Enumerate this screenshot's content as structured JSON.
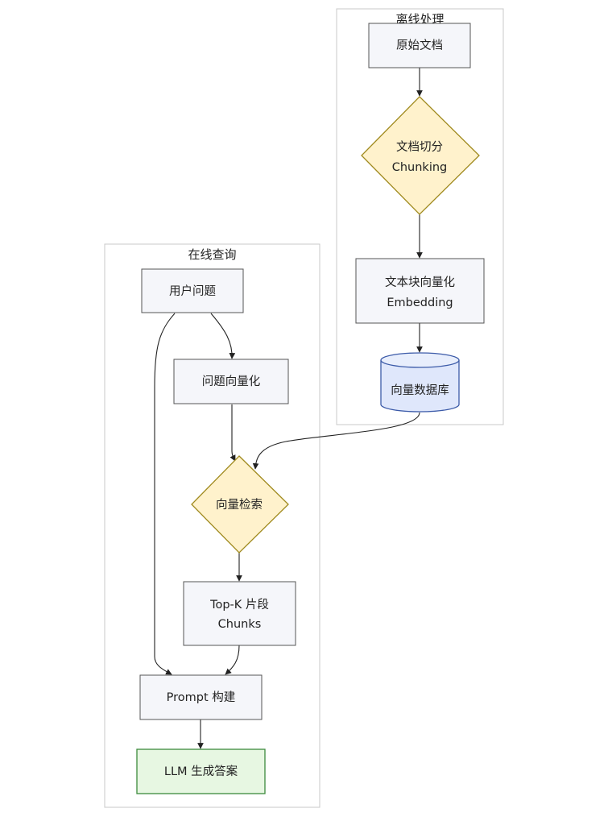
{
  "clusters": {
    "offline": {
      "title": "离线处理"
    },
    "online": {
      "title": "在线查询"
    }
  },
  "nodes": {
    "raw_docs": {
      "lines": [
        "原始文档"
      ]
    },
    "chunking": {
      "lines": [
        "文档切分",
        "Chunking"
      ]
    },
    "embedding": {
      "lines": [
        "文本块向量化",
        "Embedding"
      ]
    },
    "vector_db": {
      "lines": [
        "向量数据库"
      ]
    },
    "user_question": {
      "lines": [
        "用户问题"
      ]
    },
    "question_embed": {
      "lines": [
        "问题向量化"
      ]
    },
    "vector_search": {
      "lines": [
        "向量检索"
      ]
    },
    "topk_chunks": {
      "lines": [
        "Top-K 片段",
        "Chunks"
      ]
    },
    "prompt_build": {
      "lines": [
        "Prompt 构建"
      ]
    },
    "llm_answer": {
      "lines": [
        "LLM 生成答案"
      ]
    }
  },
  "colors": {
    "process_fill": "#f5f6fa",
    "process_stroke": "#555555",
    "decision_fill": "#fff2cc",
    "decision_stroke": "#a08a1e",
    "database_fill": "#dfe7fb",
    "database_stroke": "#3b5aa8",
    "terminal_fill": "#e7f7e2",
    "terminal_stroke": "#3d8a3d",
    "cluster_stroke": "#c8c8c8",
    "edge": "#222222"
  }
}
